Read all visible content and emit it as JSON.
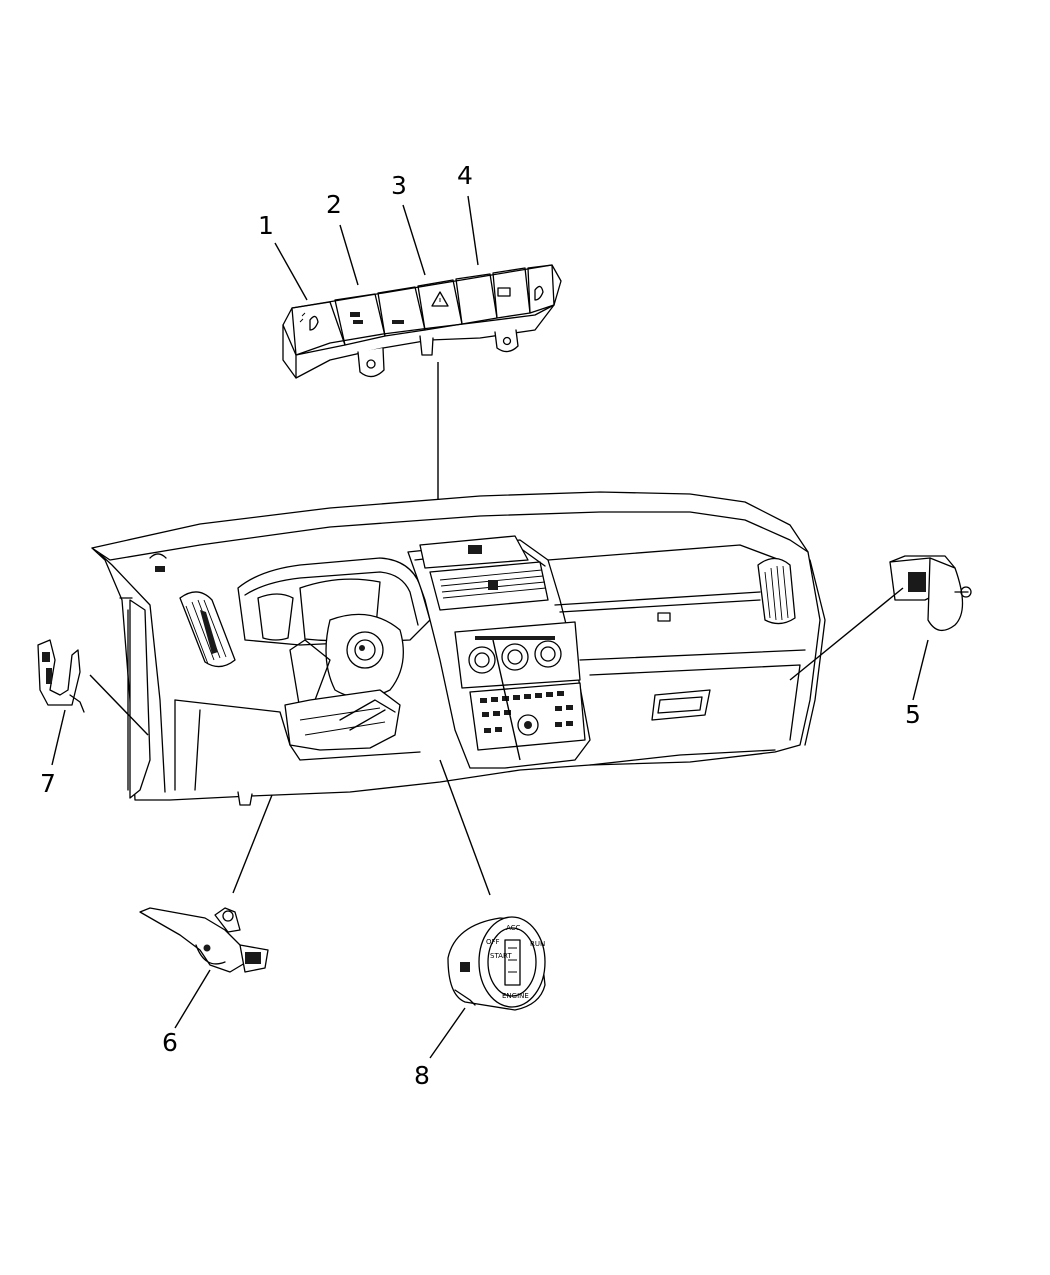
{
  "callouts": [
    {
      "id": "1",
      "label": "1"
    },
    {
      "id": "2",
      "label": "2"
    },
    {
      "id": "3",
      "label": "3"
    },
    {
      "id": "4",
      "label": "4"
    },
    {
      "id": "5",
      "label": "5"
    },
    {
      "id": "6",
      "label": "6"
    },
    {
      "id": "7",
      "label": "7"
    },
    {
      "id": "8",
      "label": "8"
    }
  ],
  "ignition_switch": {
    "positions": [
      "ACC",
      "RUN",
      "START",
      "OFF",
      "ENGINE"
    ]
  }
}
